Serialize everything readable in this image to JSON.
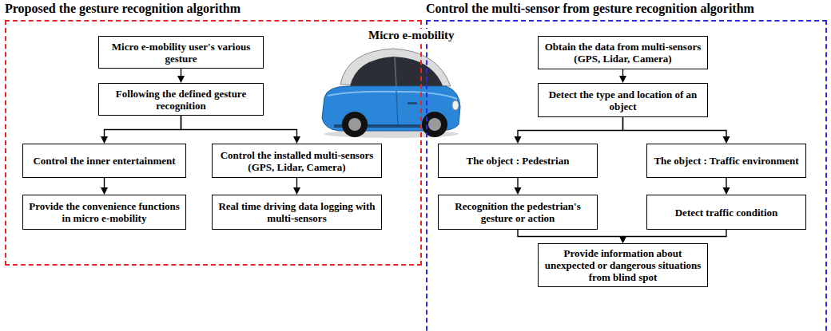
{
  "diagram": {
    "nodes": [
      {
        "text": [
          "Proposed the gesture recognition algorithm"
        ]
      },
      {
        "text": [
          "Micro e-mobility user's various gesture"
        ],
        "in": 0
      },
      {
        "text": [
          "Following the defined gesture recognition"
        ],
        "in": 0
      },
      {
        "text": [
          "Control the inner entertainment"
        ],
        "in": 0
      },
      {
        "text": [
          "Control the installed multi-sensors (GPS, Lidar, Camera)"
        ],
        "in": 0
      },
      {
        "text": [
          "Provide the convenience functions in micro e-mobility"
        ],
        "in": 0
      },
      {
        "text": [
          "Real time driving data logging with multi-sensors"
        ],
        "in": 0
      },
      {
        "text": [
          "Control the multi-sensor from gesture recognition algorithm"
        ]
      },
      {
        "text": [
          "Obtain the data from multi-sensors (GPS, Lidar, Camera)"
        ],
        "in": 7
      },
      {
        "text": [
          "Detect the type and location of an object"
        ],
        "in": 7
      },
      {
        "text": [
          "The object : Pedestrian"
        ],
        "in": 7
      },
      {
        "text": [
          "The object : Traffic environment"
        ],
        "in": 7
      },
      {
        "text": [
          "Recognition the pedestrian's gesture or action"
        ],
        "in": 7
      },
      {
        "text": [
          "Detect traffic condition"
        ],
        "in": 7
      },
      {
        "text": [
          "Provide information about unexpected or dangerous situations from blind spot"
        ],
        "in": 7
      }
    ],
    "edges": [
      {
        "from": 1,
        "to": 2,
        "arrow": "to"
      },
      {
        "from": 2,
        "to": 3,
        "arrow": "to"
      },
      {
        "from": 2,
        "to": 4,
        "arrow": "to"
      },
      {
        "from": 3,
        "to": 5,
        "arrow": "to"
      },
      {
        "from": 4,
        "to": 6,
        "arrow": "to"
      },
      {
        "from": 8,
        "to": 9,
        "arrow": "to"
      },
      {
        "from": 9,
        "to": 10,
        "arrow": "to"
      },
      {
        "from": 9,
        "to": 11,
        "arrow": "to"
      },
      {
        "from": 10,
        "to": 12,
        "arrow": "to"
      },
      {
        "from": 11,
        "to": 13,
        "arrow": "to"
      },
      {
        "from": 12,
        "to": 14,
        "arrow": "to"
      },
      {
        "from": 13,
        "to": 14,
        "arrow": "to"
      }
    ],
    "labels": [
      "Micro e-mobility"
    ]
  }
}
